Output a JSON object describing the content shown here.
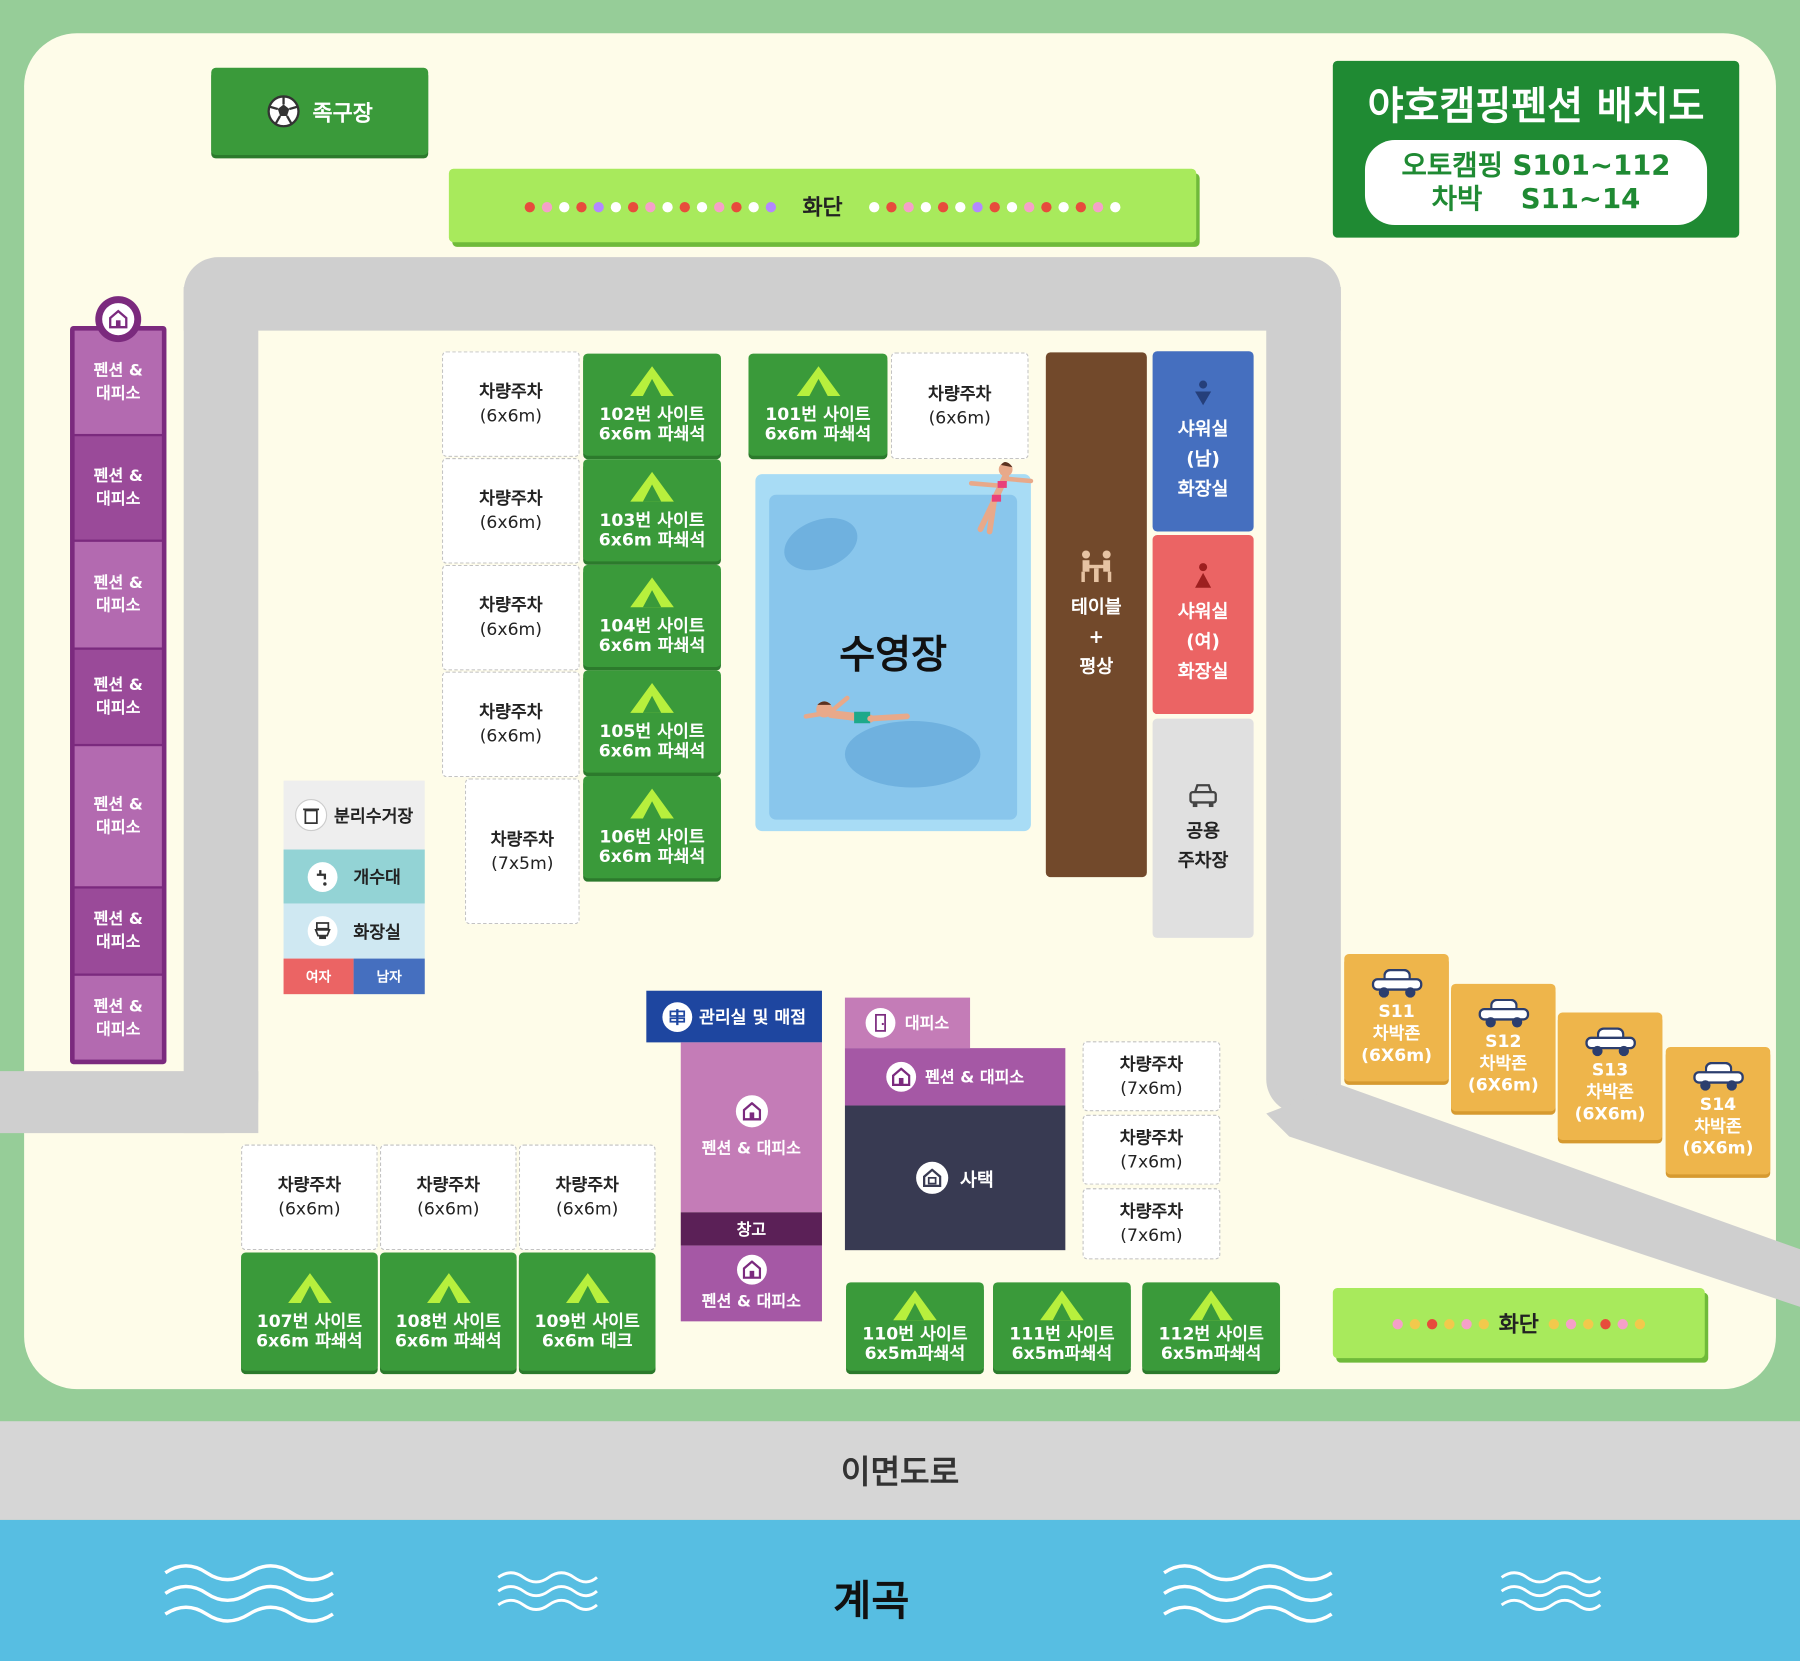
{
  "title": "야호캠핑펜션 배치도",
  "subtitle_line1": "오토캠핑 S101~112",
  "subtitle_line2": "차박    S11~14",
  "soccer": "족구장",
  "flowerbed": "화단",
  "pool": "수영장",
  "road": "이면도로",
  "stream": "계곡",
  "pension_label_l1": "펜션 &",
  "pension_label_l2": "대피소",
  "sites": {
    "s101": {
      "l1": "101번 사이트",
      "l2": "6x6m 파쇄석"
    },
    "s102": {
      "l1": "102번 사이트",
      "l2": "6x6m 파쇄석"
    },
    "s103": {
      "l1": "103번 사이트",
      "l2": "6x6m 파쇄석"
    },
    "s104": {
      "l1": "104번 사이트",
      "l2": "6x6m 파쇄석"
    },
    "s105": {
      "l1": "105번 사이트",
      "l2": "6x6m 파쇄석"
    },
    "s106": {
      "l1": "106번 사이트",
      "l2": "6x6m 파쇄석"
    },
    "s107": {
      "l1": "107번 사이트",
      "l2": "6x6m 파쇄석"
    },
    "s108": {
      "l1": "108번 사이트",
      "l2": "6x6m 파쇄석"
    },
    "s109": {
      "l1": "109번 사이트",
      "l2": "6x6m 데크"
    },
    "s110": {
      "l1": "110번 사이트",
      "l2": "6x5m파쇄석"
    },
    "s111": {
      "l1": "111번 사이트",
      "l2": "6x5m파쇄석"
    },
    "s112": {
      "l1": "112번 사이트",
      "l2": "6x5m파쇄석"
    }
  },
  "parking": {
    "label": "차량주차",
    "size_6x6": "(6x6m)",
    "size_7x5": "(7x5m)",
    "size_7x6": "(7x6m)"
  },
  "facilities": {
    "table_l1": "테이블",
    "table_l2": "+",
    "table_l3": "평상",
    "shower_m_l1": "샤워실",
    "shower_m_l2": "(남)",
    "shower_m_l3": "화장실",
    "shower_f_l1": "샤워실",
    "shower_f_l2": "(여)",
    "shower_f_l3": "화장실",
    "public_parking_l1": "공용",
    "public_parking_l2": "주차장",
    "recycling": "분리수거장",
    "sink": "개수대",
    "toilet": "화장실",
    "female": "여자",
    "male": "남자",
    "office": "관리실 및 매점",
    "pension_shelter": "펜션 & 대피소",
    "storage": "창고",
    "shelter": "대피소",
    "house": "사택"
  },
  "carcamp": {
    "label": "차박존",
    "size": "(6X6m)",
    "s11": "S11",
    "s12": "S12",
    "s13": "S13",
    "s14": "S14"
  }
}
